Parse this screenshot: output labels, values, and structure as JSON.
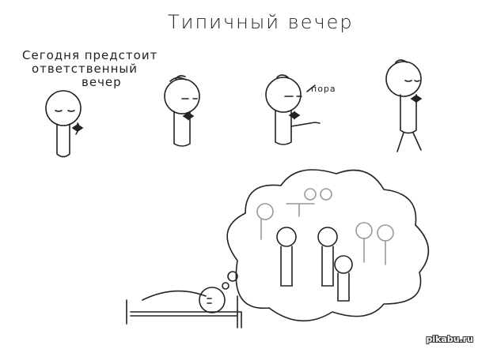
{
  "title": "Типичный вечер",
  "panels": [
    {
      "speech_lines": [
        "Сегодня предстоит",
        "ответственный",
        "вечер"
      ]
    },
    {},
    {
      "speech": "пора"
    },
    {}
  ],
  "watermark": "pikabu.ru",
  "ink_color": "#222222"
}
